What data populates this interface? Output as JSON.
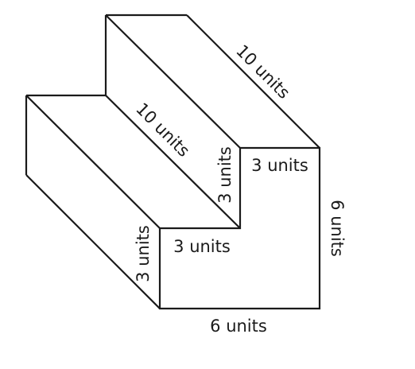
{
  "figure": {
    "labels": {
      "top_back_length": "10 units",
      "lower_step_length": "10 units",
      "upper_riser_height": "3 units",
      "upper_tread_width": "3 units",
      "front_right_height": "6 units",
      "lower_riser_height": "3 units",
      "lower_tread_width": "3 units",
      "bottom_width": "6 units"
    }
  }
}
